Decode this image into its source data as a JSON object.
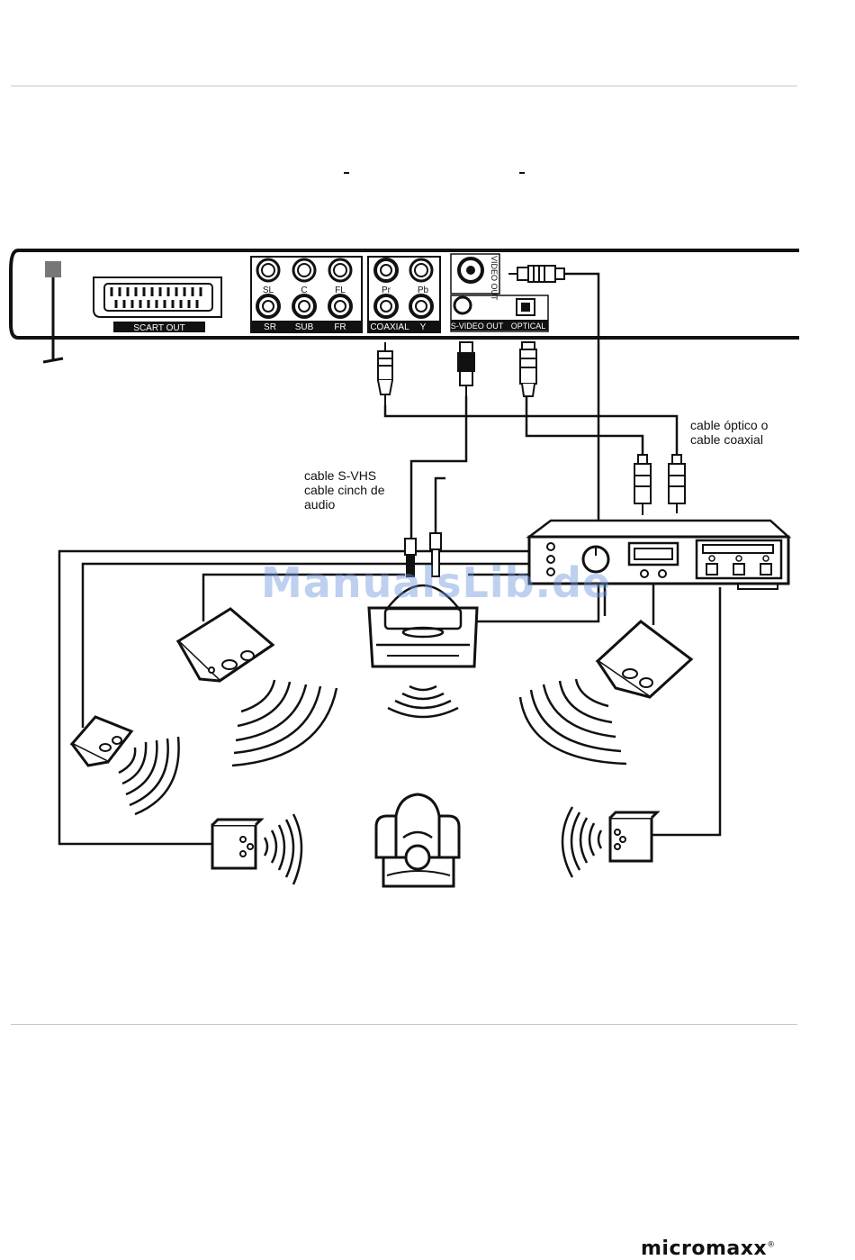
{
  "panel": {
    "scart_label": "SCART OUT",
    "jack_labels_top": [
      "SL",
      "C",
      "FL",
      "Pr",
      "Pb"
    ],
    "jack_labels_bottom": [
      "SR",
      "SUB",
      "FR",
      "COAXIAL",
      "Y"
    ],
    "video_out_label": "VIDEO OUT",
    "svideo_label": "S-VIDEO OUT",
    "optical_label": "OPTICAL"
  },
  "labels": {
    "optical_cable": [
      "cable óptico o",
      "cable coaxial"
    ],
    "svhs_cable": [
      "cable S-VHS",
      "cable cinch de",
      "audio"
    ]
  },
  "watermark": "ManualsLib.de",
  "brand": "micromaxx",
  "brand_mark": "®"
}
